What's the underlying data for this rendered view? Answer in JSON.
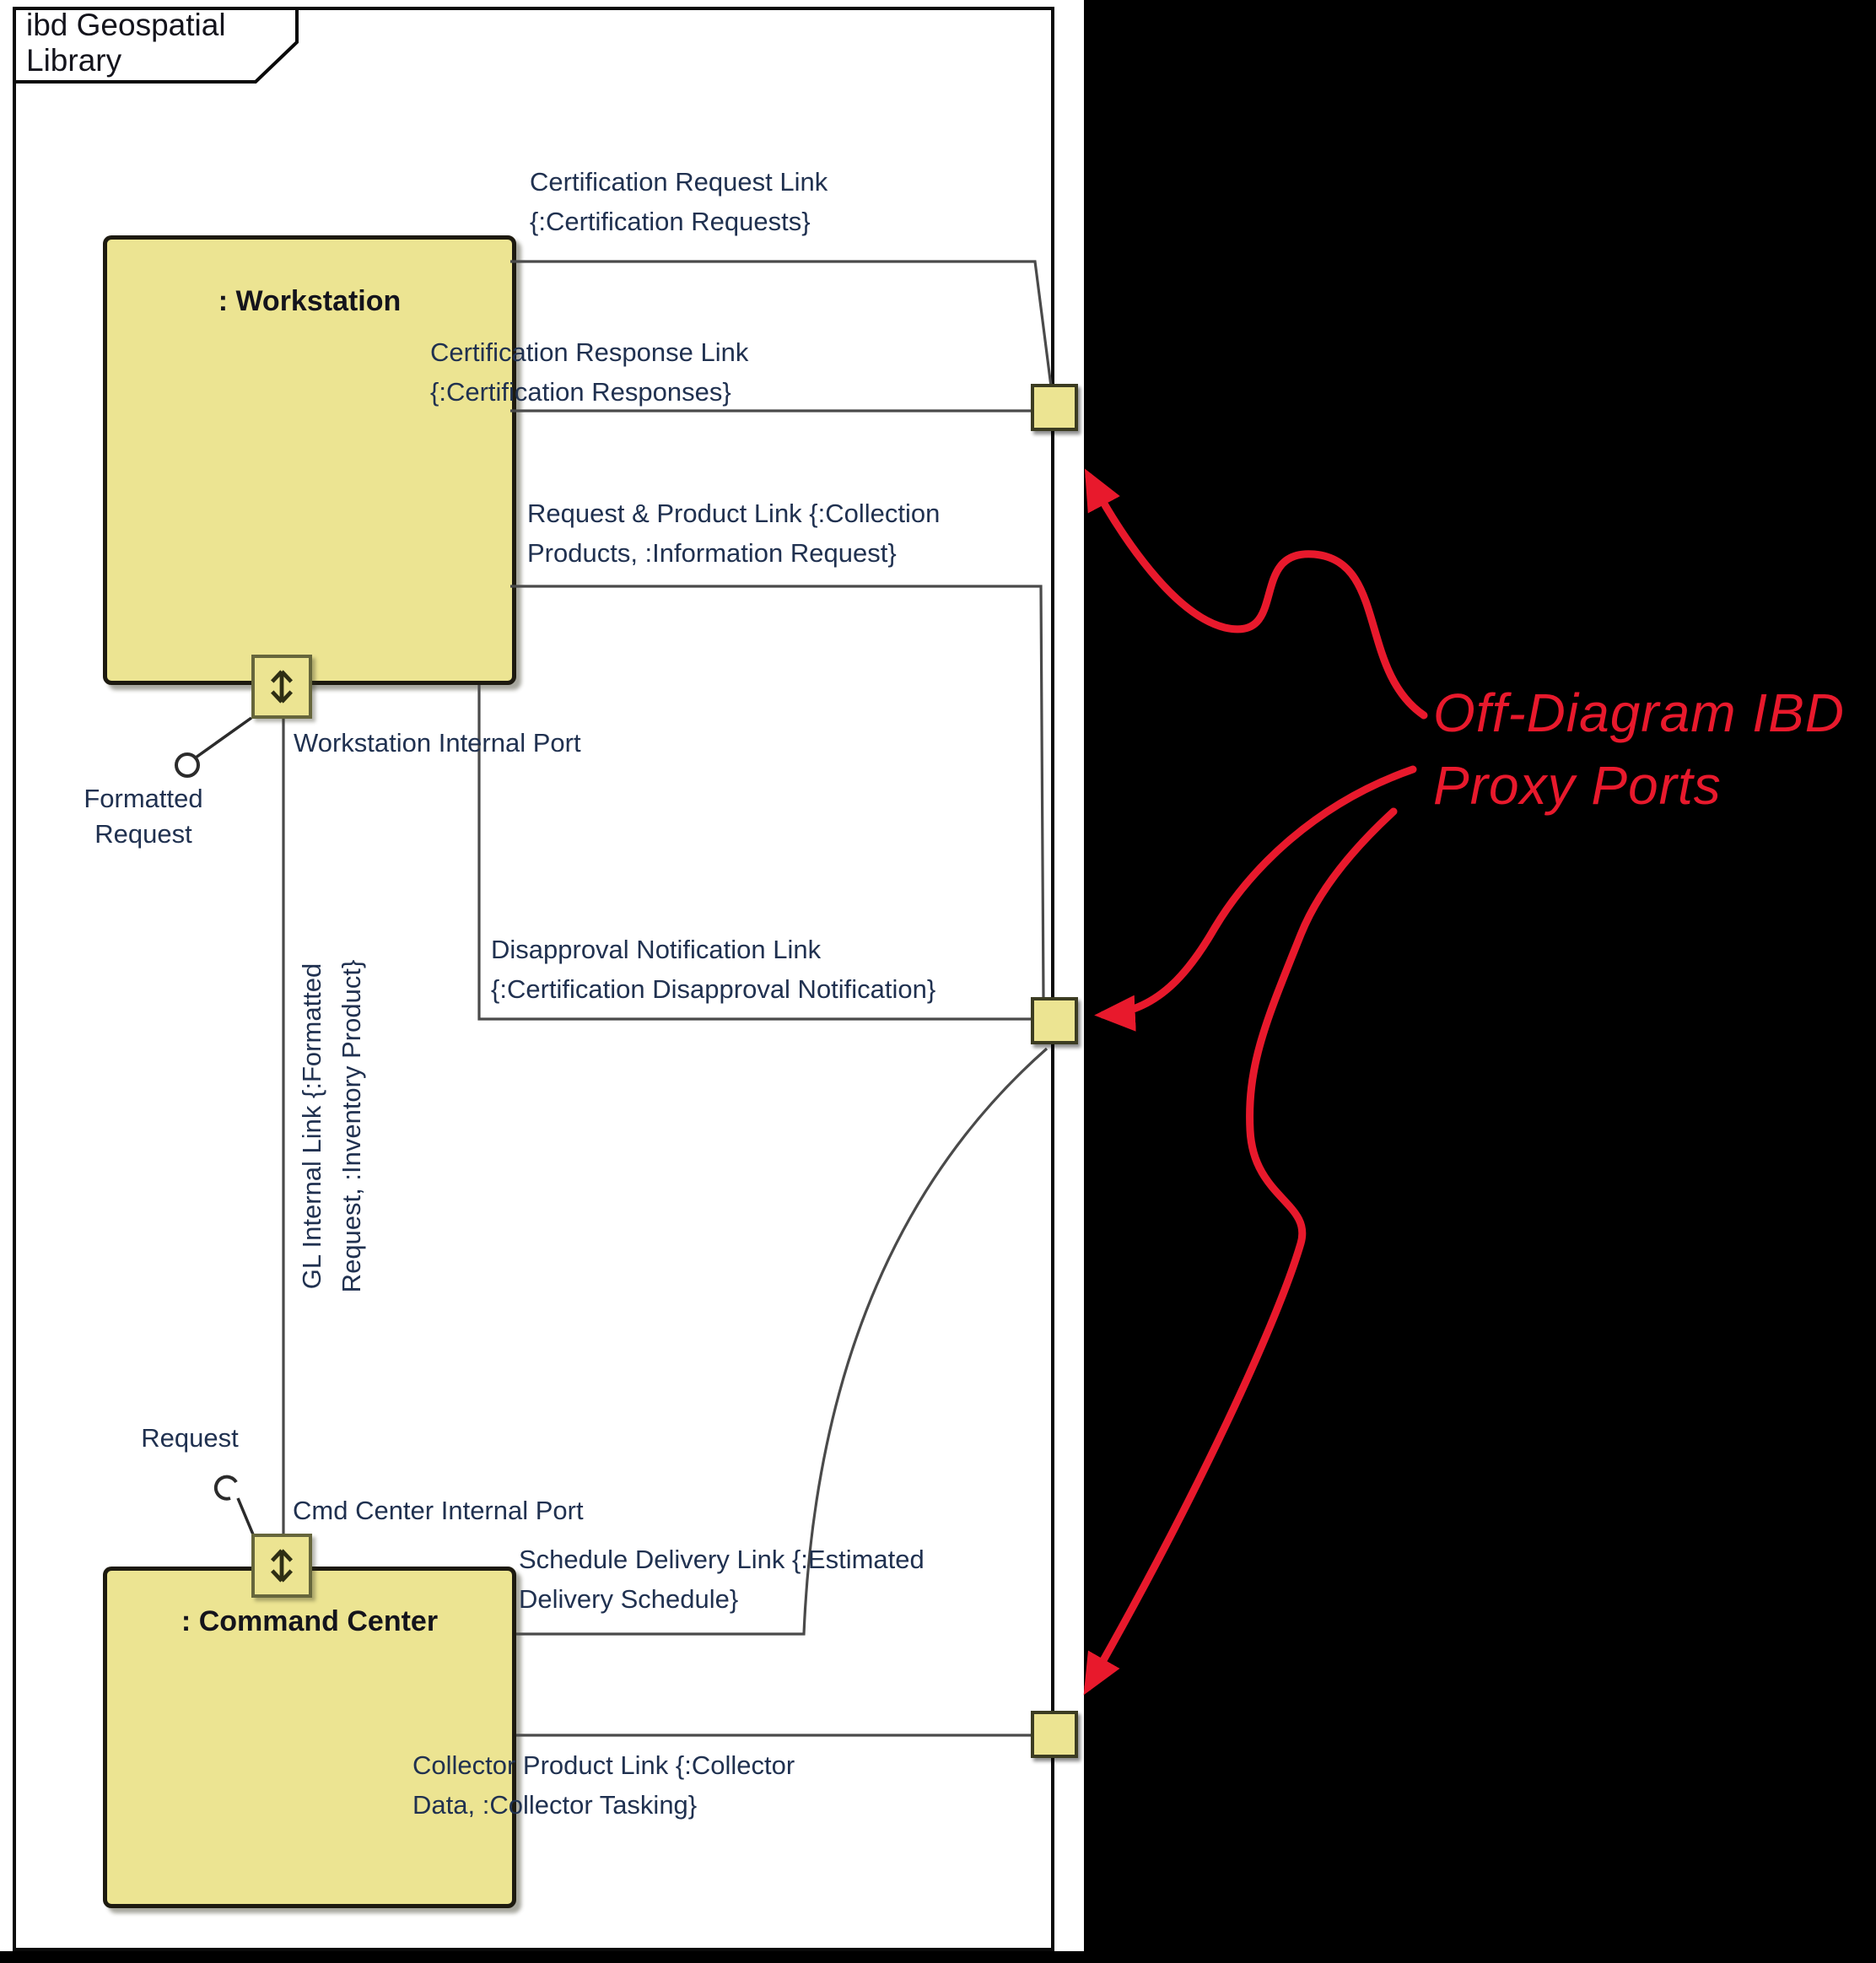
{
  "frame": {
    "tab_label": "ibd Geospatial Library"
  },
  "blocks": {
    "workstation": {
      "title": ": Workstation"
    },
    "command_center": {
      "title": ": Command Center"
    }
  },
  "internal_ports": {
    "workstation": {
      "label": "Workstation Internal Port"
    },
    "command_center": {
      "label": "Cmd Center Internal Port"
    }
  },
  "interfaces": {
    "ball": {
      "line1": "Formatted",
      "line2": "Request"
    },
    "socket": {
      "label": "Request"
    }
  },
  "connectors": {
    "certification_request": {
      "line1": "Certification Request Link",
      "line2": "{:Certification Requests}"
    },
    "certification_response": {
      "line1": "Certification Response Link",
      "line2": "{:Certification Responses}"
    },
    "request_product": {
      "line1": "Request & Product Link {:Collection",
      "line2": "Products, :Information Request}"
    },
    "disapproval_notification": {
      "line1": "Disapproval Notification Link",
      "line2": "{:Certification Disapproval Notification}"
    },
    "gl_internal": {
      "line1": "GL Internal Link {:Formatted",
      "line2": "Request, :Inventory Product}"
    },
    "schedule_delivery": {
      "line1": "Schedule Delivery Link {:Estimated",
      "line2": "Delivery Schedule}"
    },
    "collector_product": {
      "line1": "Collector Product Link {:Collector",
      "line2": "Data, :Collector Tasking}"
    }
  },
  "annotation": {
    "line1": "Off-Diagram IBD",
    "line2": "Proxy Ports"
  },
  "icons": {
    "port_glyph": "bidirectional-arrow-icon",
    "provided_interface": "ball-interface-icon",
    "required_interface": "socket-interface-icon",
    "callout": "red-curved-arrow-icon"
  },
  "colors": {
    "accent_red": "#e8192c",
    "block_fill": "#ece492",
    "port_border": "#66663c",
    "connector_line": "#4a4a4a",
    "label_ink": "#203150",
    "title_ink": "#14141c"
  }
}
